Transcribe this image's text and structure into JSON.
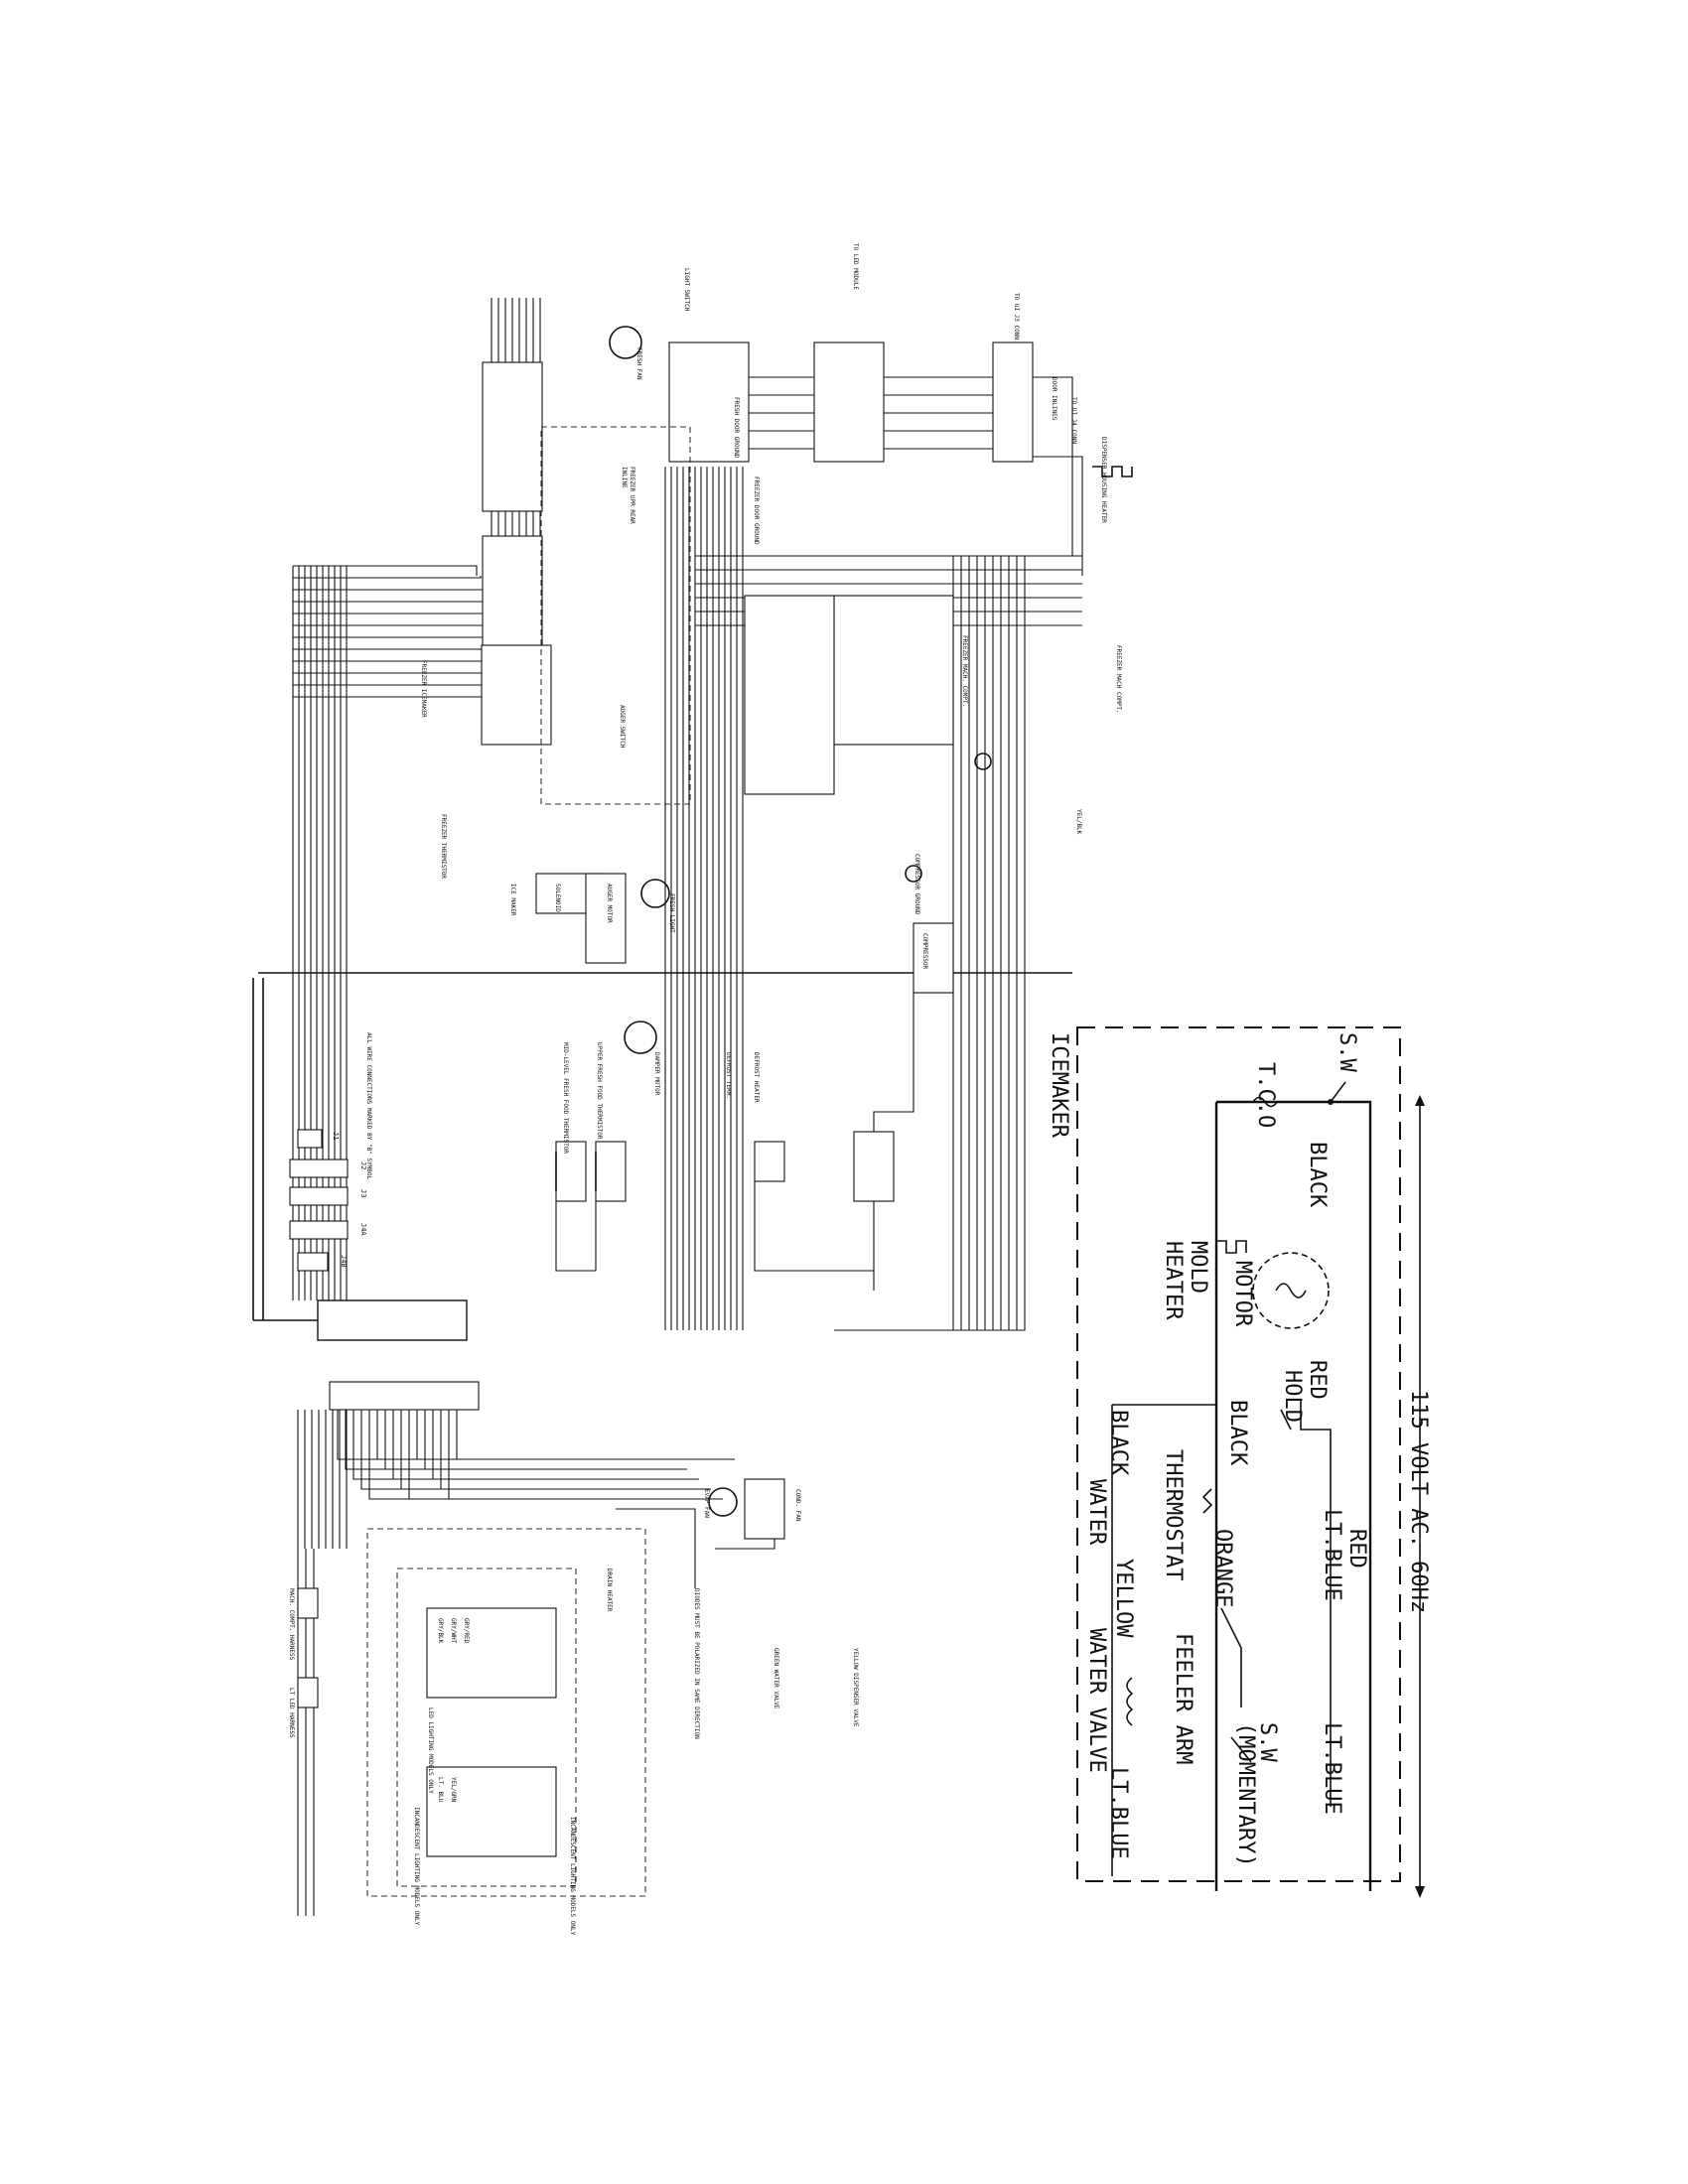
{
  "icemaker": {
    "title": "ICEMAKER",
    "supply": "115 VOLT AC. 60Hz",
    "tco": "T.C.O",
    "sw_top": "S.W",
    "black_1": "BLACK",
    "black_2": "BLACK",
    "black_3": "BLACK",
    "motor": "MOTOR",
    "mold_heater_1": "MOLD",
    "mold_heater_2": "HEATER",
    "red_1": "RED",
    "red_2": "RED",
    "hold": "HOLD",
    "thermostat": "THERMOSTAT",
    "water": "WATER",
    "lt_blue_1": "LT.BLUE",
    "lt_blue_2": "LT.BLUE",
    "lt_blue_3": "LT.BLUE",
    "orange": "ORANGE",
    "yellow": "YELLOW",
    "feeler_arm": "FEELER ARM",
    "water_valve": "WATER VALVE",
    "sw_momentary_1": "S.W",
    "sw_momentary_2": "(MOMENTARY)"
  },
  "connectors": {
    "j1": "J1",
    "j2": "J2",
    "j3": "J3",
    "j4a": "J4A",
    "j4b": "J4B"
  },
  "labels": {
    "freezer_upr_rear": "FREEZER UPR REAR",
    "inline": "INLINE",
    "freezer_icemaker": "FREEZER ICEMAKER",
    "freezer_mach_compt": "FREEZER MACH. COMPT.",
    "freezer_mach_compt_2": "FREEZER MACH COMPT.",
    "auger_switch": "AUGER SWITCH",
    "solenoid": "SOLENOID",
    "auger_motor": "AUGER MOTOR",
    "fresh_light": "FRESH LIGHT",
    "ice_maker": "ICE MAKER",
    "freezer_thermistor": "FREEZER THERMISTOR",
    "damper_motor": "DAMPER MOTOR",
    "upper_thermistor": "UPPER FRESH FOOD THERMISTOR",
    "mid_level_thermistor": "MID-LEVEL FRESH FOOD THERMISTOR",
    "compressor": "COMPRESSOR",
    "defrost_heater": "DEFROST HEATER",
    "defrost_term": "DEFROST TERM.",
    "evap_fan": "EVAP FAN",
    "cond_fan": "COND. FAN",
    "drain_heater": "DRAIN HEATER",
    "green_water_valve": "GREEN WATER VALVE",
    "yellow_dispenser_valve": "YELLOW DISPENSER VALVE",
    "diodes_note": "DIODES MUST BE POLARIZED IN SAME DIRECTION",
    "led_lighting": "LED LIGHTING MODELS ONLY",
    "incandescent_lighting": "INCANDESCENT LIGHTING MODELS ONLY",
    "incandescent_lighting_2": "INCANDESCENT LIGHTING MODELS ONLY",
    "mach_compt_harness": "MACH. COMPT. HARNESS",
    "lt_led_harness": "LT LED HARNESS",
    "to_ui_j3": "TO UI J3 CONN",
    "to_ui_j4": "TO UI J4 CONN",
    "to_led_module": "TO LED MODULE",
    "dispenser_housing_heater": "DISPENSER HOUSING HEATER",
    "door_inlines": "DOOR INLINES",
    "light_switch": "LIGHT SWITCH",
    "fresh_door_ground": "FRESH DOOR GROUND",
    "freezer_door_ground": "FREEZER DOOR GROUND",
    "fresh_fan": "FRESH FAN",
    "compressor_ground": "COMPRESSOR GROUND",
    "all_wire_connections": "ALL WIRE CONNECTIONS MARKED BY \"B\" SYMBOL",
    "gry_blk": "GRY/BLK",
    "gry_wht": "GRY/WHT",
    "gry_red": "GRY/RED",
    "lt_blu": "LT. BLU",
    "yel_grn": "YEL/GRN",
    "yel_blk": "YEL/BLK"
  }
}
